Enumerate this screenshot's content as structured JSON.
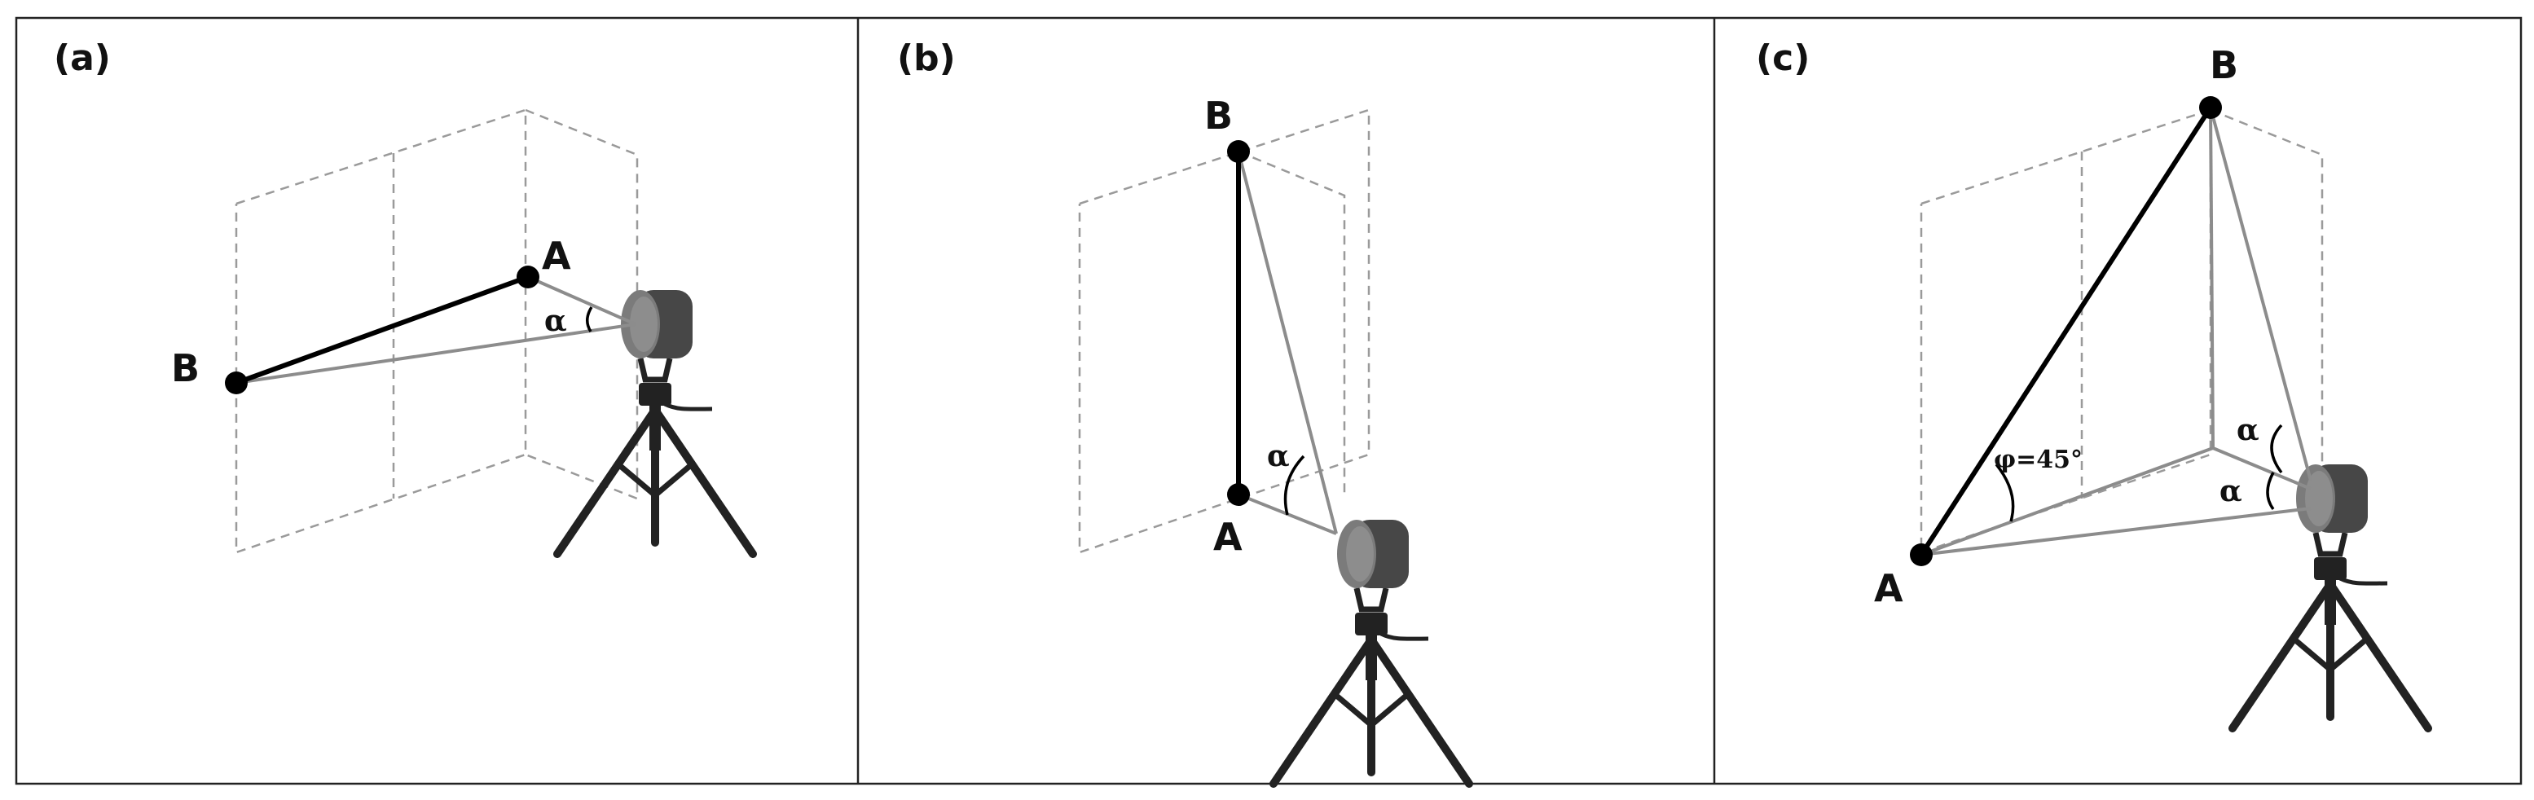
{
  "panels": [
    {
      "label": "(a)",
      "point_a": "A",
      "point_b": "B",
      "angle_labels": [
        "α"
      ]
    },
    {
      "label": "(b)",
      "point_a": "A",
      "point_b": "B",
      "angle_labels": [
        "α"
      ]
    },
    {
      "label": "(c)",
      "point_a": "A",
      "point_b": "B",
      "angle_labels": [
        "α",
        "α"
      ],
      "inclination_label": "φ=45°"
    }
  ],
  "colors": {
    "segment": "#000000",
    "ray": "#8c8c8c",
    "guide": "#9a9a9a",
    "scanner_body": "#4a4a4a",
    "scanner_face": "#7a7a7a",
    "tripod": "#222222"
  }
}
